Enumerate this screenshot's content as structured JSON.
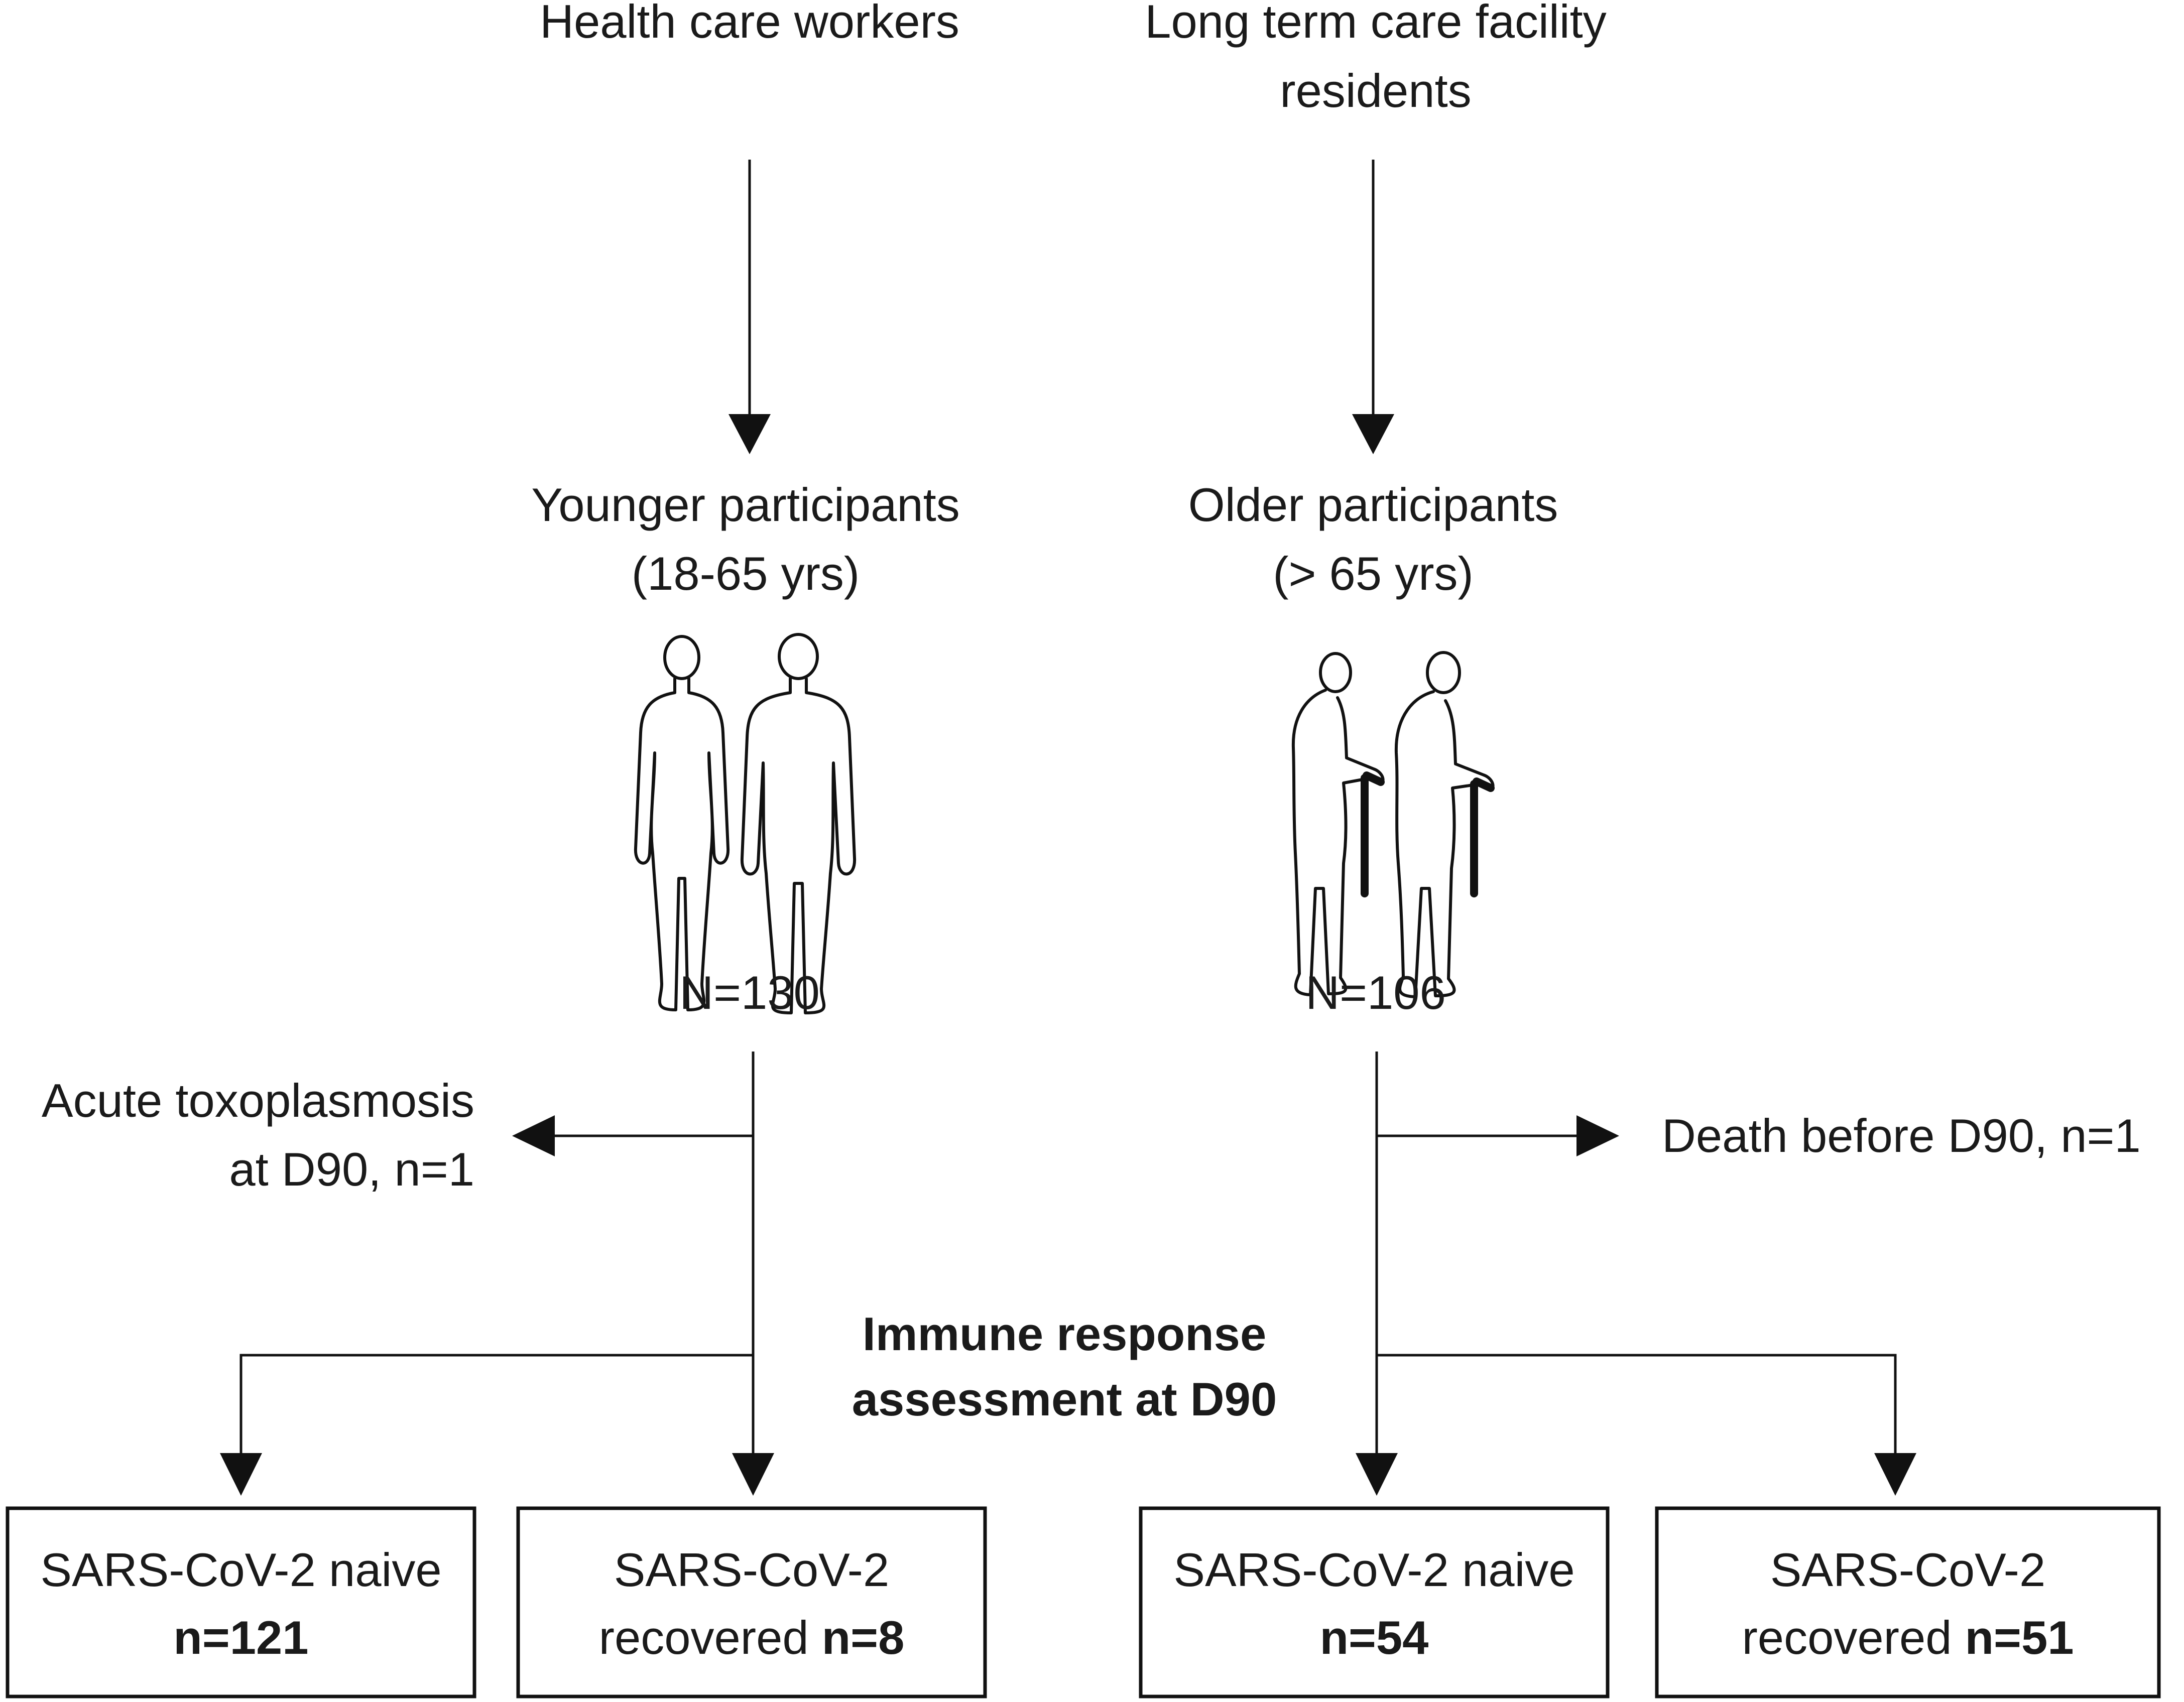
{
  "sources": {
    "left": "Health care workers",
    "right_line1": "Long term care facility",
    "right_line2": "residents"
  },
  "groups": {
    "younger": {
      "title": "Younger participants",
      "age": "(18-65 yrs)",
      "count": "N=130",
      "icon": "adult-couple-icon"
    },
    "older": {
      "title": "Older participants",
      "age": "(> 65 yrs)",
      "count": "N=106",
      "icon": "elderly-couple-with-canes-icon"
    }
  },
  "exclusions": {
    "left_line1": "Acute toxoplasmosis",
    "left_line2": "at D90, n=1",
    "right": "Death before D90, n=1"
  },
  "assessment": {
    "line1": "Immune response",
    "line2": "assessment at D90"
  },
  "outcomes": [
    {
      "line1": "SARS-CoV-2 naive",
      "prefix": "",
      "n": "n=121"
    },
    {
      "line1": "SARS-CoV-2",
      "prefix": "recovered ",
      "n": "n=8"
    },
    {
      "line1": "SARS-CoV-2 naive",
      "prefix": "",
      "n": "n=54"
    },
    {
      "line1": "SARS-CoV-2",
      "prefix": "recovered ",
      "n": "n=51"
    }
  ]
}
